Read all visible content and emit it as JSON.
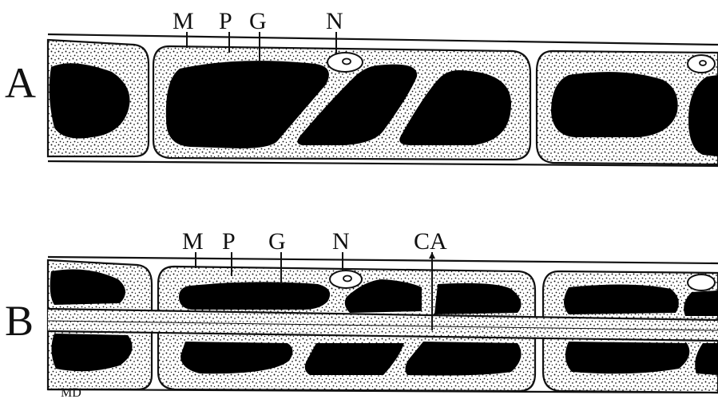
{
  "panels": {
    "a": {
      "letter": "A",
      "labels": {
        "m": "M",
        "p": "P",
        "g": "G",
        "n": "N"
      }
    },
    "b": {
      "letter": "B",
      "labels": {
        "m": "M",
        "p": "P",
        "g": "G",
        "n": "N",
        "ca": "CA"
      }
    }
  },
  "signature": "MD",
  "colors": {
    "ink": "#111111",
    "paper": "#ffffff",
    "chloroplast": "#000000"
  }
}
